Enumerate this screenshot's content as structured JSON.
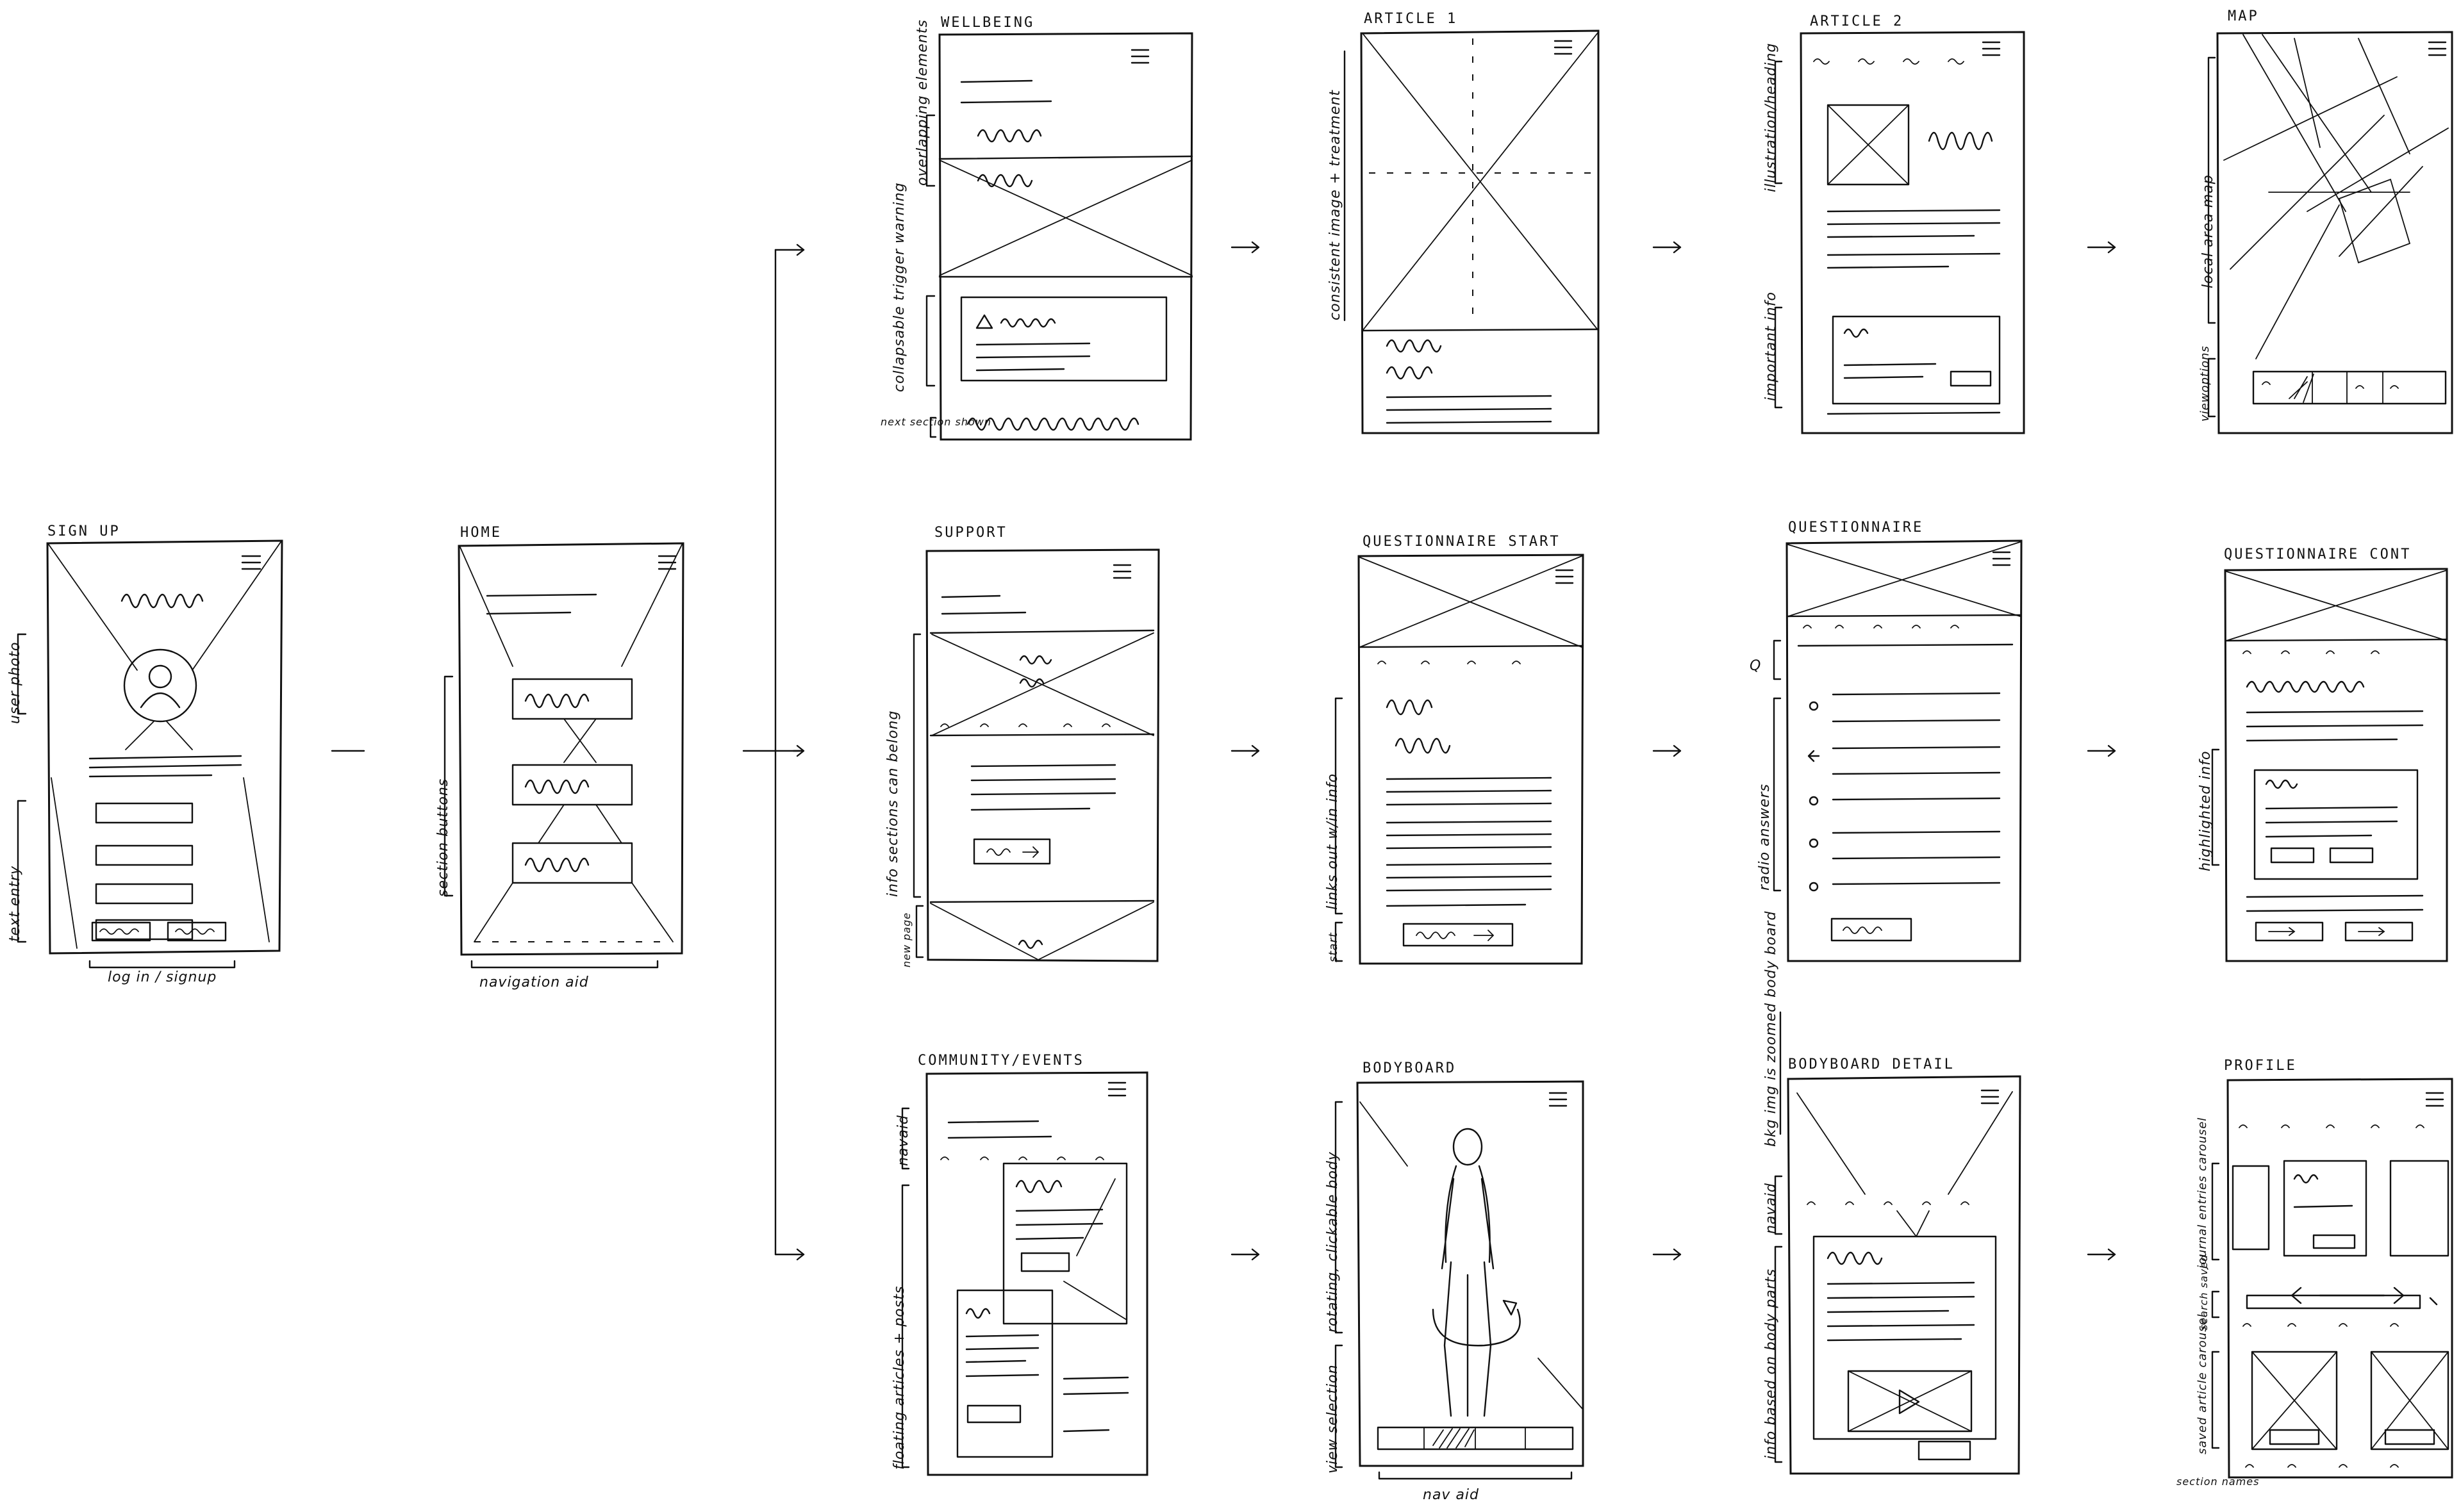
{
  "screens": {
    "signup": {
      "title": "SIGN UP",
      "annotations": [
        "user photo",
        "text entry",
        "log in / signup"
      ]
    },
    "home": {
      "title": "HOME",
      "annotations": [
        "section buttons",
        "navigation aid"
      ]
    },
    "wellbeing": {
      "title": "WELLBEING",
      "annotations": [
        "overlapping elements",
        "collapsable trigger warning",
        "next section shown"
      ]
    },
    "article1": {
      "title": "ARTICLE 1",
      "annotations": [
        "consistent image + treatment"
      ]
    },
    "article2": {
      "title": "ARTICLE 2",
      "annotations": [
        "illustration/heading",
        "important info"
      ]
    },
    "map": {
      "title": "MAP",
      "annotations": [
        "local area map",
        "viewoptions"
      ]
    },
    "support": {
      "title": "SUPPORT",
      "annotations": [
        "info sections can belong",
        "new page"
      ]
    },
    "qstart": {
      "title": "QUESTIONNAIRE START",
      "annotations": [
        "links out w/in info",
        "start"
      ]
    },
    "questionnaire": {
      "title": "QUESTIONNAIRE",
      "annotations": [
        "Q",
        "radio answers"
      ]
    },
    "qcont": {
      "title": "QUESTIONNAIRE CONT",
      "annotations": [
        "highlighted info"
      ]
    },
    "community": {
      "title": "COMMUNITY/EVENTS",
      "annotations": [
        "navaid",
        "floating articles + posts"
      ]
    },
    "bodyboard": {
      "title": "BODYBOARD",
      "annotations": [
        "rotating, clickable body",
        "view selection",
        "nav aid"
      ]
    },
    "bbdetail": {
      "title": "BODYBOARD DETAIL",
      "annotations": [
        "bkg img is zoomed body board",
        "navaid",
        "info based on body parts"
      ]
    },
    "profile": {
      "title": "PROFILE",
      "annotations": [
        "journal entries carousel",
        "search saved",
        "saved article carousel",
        "section names"
      ]
    }
  },
  "icons": [
    "hamburger-menu-icon",
    "user-avatar-icon",
    "warning-triangle-icon",
    "play-icon",
    "arrow-icon"
  ]
}
